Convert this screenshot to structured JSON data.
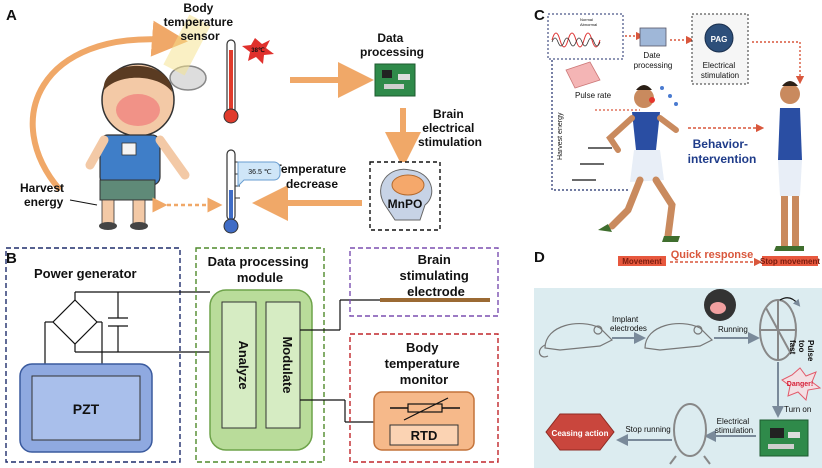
{
  "panels": {
    "a": {
      "letter": "A",
      "sensor_label": [
        "Body",
        "temperature",
        "sensor"
      ],
      "hot_badge": "38℃",
      "data_processing": [
        "Data",
        "processing"
      ],
      "brain_stim": [
        "Brain",
        "electrical",
        "stimulation"
      ],
      "temp_decrease": [
        "Temperature",
        "decrease"
      ],
      "thermometer_reading": "36.5 ℃",
      "mnpo": "MnPO",
      "harvest": [
        "Harvest",
        "energy"
      ]
    },
    "b": {
      "letter": "B",
      "power_generator": "Power generator",
      "pzt": "PZT",
      "data_module": [
        "Data processing",
        "module"
      ],
      "analyze": "Analyze",
      "modulate": "Modulate",
      "electrode": [
        "Brain",
        "stimulating",
        "electrode"
      ],
      "monitor": [
        "Body",
        "temperature",
        "monitor"
      ],
      "rtd": "RTD"
    },
    "c": {
      "letter": "C",
      "legend_normal": "Normal",
      "legend_abnormal": "Abnormal",
      "date_processing": [
        "Date",
        "processing"
      ],
      "pag": "PAG",
      "electrical_stim": [
        "Electrical",
        "stimulation"
      ],
      "pulse_rate": "Pulse rate",
      "harvest_energy": "Harvest energy",
      "behavior": [
        "Behavior-",
        "intervention"
      ],
      "movement": "Movement",
      "quick_response": "Quick   response",
      "stop_movement": "Stop movement"
    },
    "d": {
      "letter": "D",
      "implant": [
        "Implant",
        "electrodes"
      ],
      "running": "Running",
      "pulse_fast": [
        "Pulse",
        "too",
        "fast"
      ],
      "danger": "Danger!",
      "turn_on": "Turn on",
      "electrical_stim": [
        "Electrical",
        "stimulation"
      ],
      "stop_running": "Stop running",
      "ceasing": "Ceasing action"
    }
  },
  "colors": {
    "orange_arrow": "#f0a868",
    "navy_dash": "#1f2d6b",
    "green_dash": "#4f8a2b",
    "purple_dash": "#7b4fb0",
    "red_dash": "#c0262b",
    "pzt_fill": "#8fa9e0",
    "module_fill": "#b9dc9a",
    "rtd_fill": "#f6b98a",
    "panel_d_bg": "#dcecf0",
    "ceasing_fill": "#c9463d"
  }
}
